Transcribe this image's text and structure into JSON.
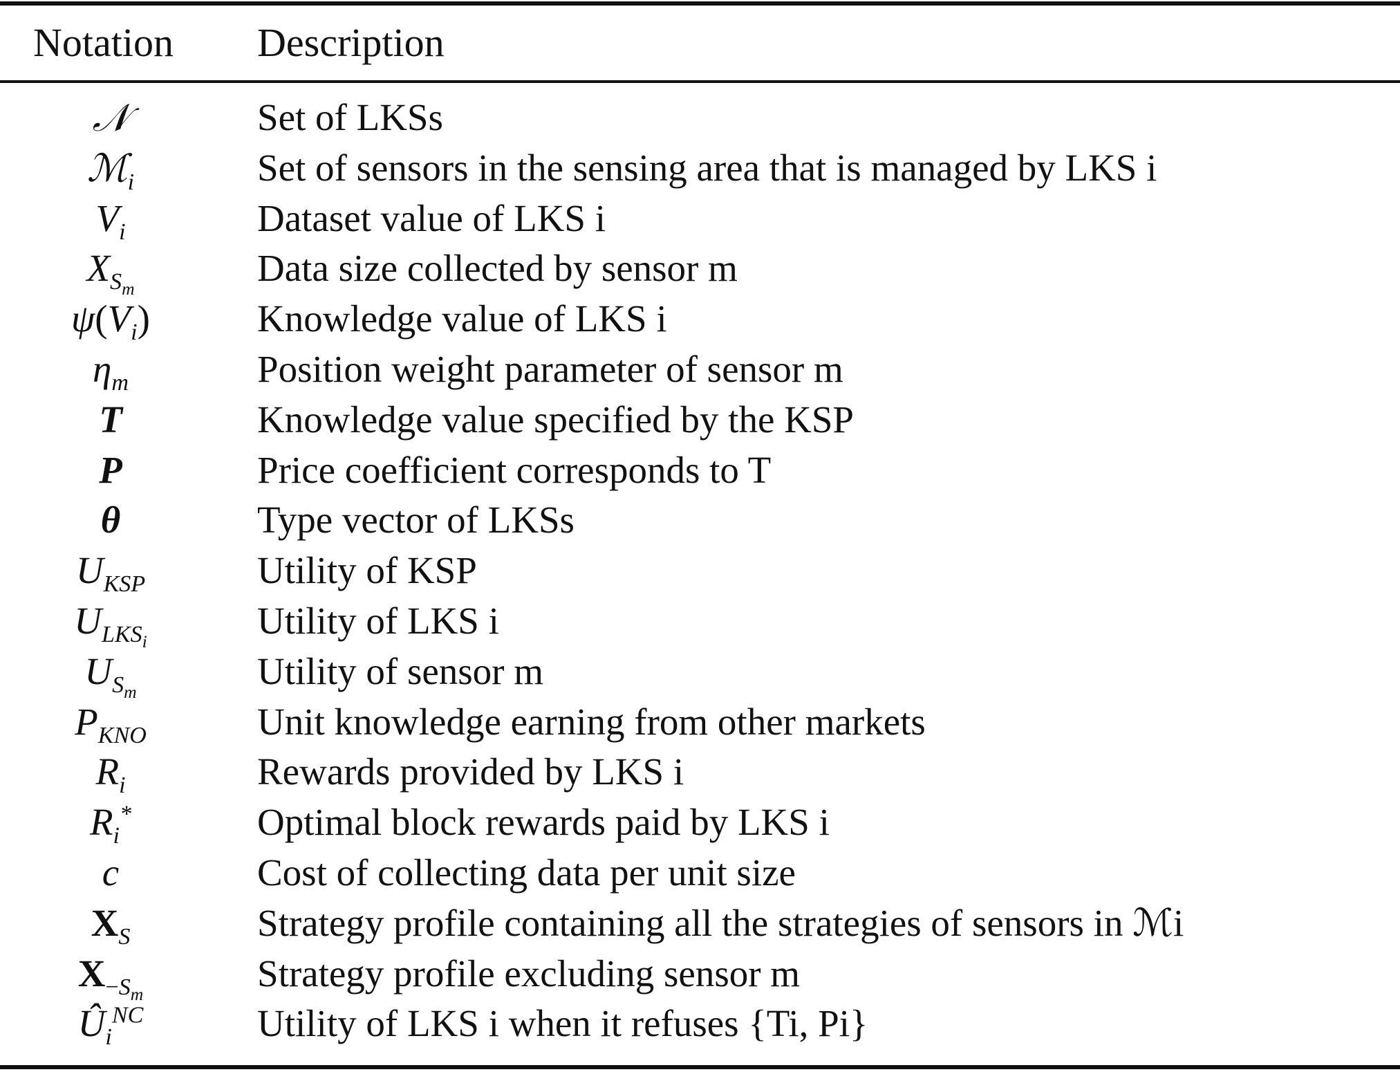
{
  "table": {
    "header": {
      "notation": "Notation",
      "description": "Description"
    },
    "rows": [
      {
        "description": "Set of LKSs"
      },
      {
        "description": "Set of sensors in the sensing area that is managed by LKS i"
      },
      {
        "description": "Dataset value of LKS i"
      },
      {
        "description": "Data size collected by sensor m"
      },
      {
        "description": "Knowledge value of LKS i"
      },
      {
        "description": "Position weight parameter of sensor m"
      },
      {
        "description": "Knowledge value specified by the KSP"
      },
      {
        "description": "Price coefficient corresponds to T"
      },
      {
        "description": "Type vector of LKSs"
      },
      {
        "description": "Utility of KSP"
      },
      {
        "description": "Utility of LKS i"
      },
      {
        "description": "Utility of sensor m"
      },
      {
        "description": "Unit knowledge earning from other markets"
      },
      {
        "description": "Rewards provided by LKS i"
      },
      {
        "description": "Optimal block rewards paid by LKS i"
      },
      {
        "description": "Cost of collecting data per unit size"
      },
      {
        "description": "Strategy profile containing all the strategies of sensors in ℳi"
      },
      {
        "description": "Strategy profile excluding sensor m"
      },
      {
        "description": "Utility of LKS i when it refuses {Ti, Pi}"
      }
    ]
  }
}
